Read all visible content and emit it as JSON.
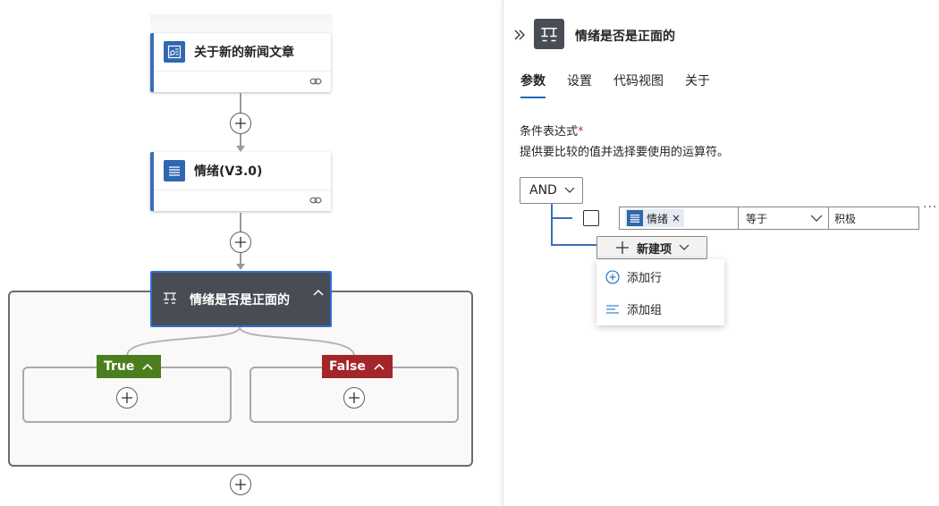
{
  "canvas": {
    "trigger_card": {
      "title": "关于新的新闻文章",
      "icon": "news-search-icon"
    },
    "sentiment_card": {
      "title": "情绪(V3.0)",
      "icon": "text-lines-icon"
    },
    "condition_card": {
      "title": "情绪是否是正面的",
      "icon": "condition-icon"
    },
    "true_branch": {
      "label": "True"
    },
    "false_branch": {
      "label": "False"
    }
  },
  "panel": {
    "title": "情绪是否是正面的",
    "tabs": [
      {
        "label": "参数",
        "active": true
      },
      {
        "label": "设置",
        "active": false
      },
      {
        "label": "代码视图",
        "active": false
      },
      {
        "label": "关于",
        "active": false
      }
    ],
    "field_label": "条件表达式",
    "required_marker": "*",
    "field_description": "提供要比较的值并选择要使用的运算符。",
    "group_operator": "AND",
    "row": {
      "left_token": "情绪",
      "token_remove": "×",
      "operator": "等于",
      "right_value": "积极"
    },
    "more_label": "···",
    "new_item_label": "新建项",
    "menu": [
      {
        "label": "添加行",
        "icon": "add-circle-icon"
      },
      {
        "label": "添加组",
        "icon": "group-lines-icon"
      }
    ]
  },
  "colors": {
    "accent": "#3a6fb6",
    "condition_bg": "#474c55",
    "true_green": "#4b7f1e",
    "false_red": "#a3262a",
    "tab_underline": "#0f6cbd"
  }
}
